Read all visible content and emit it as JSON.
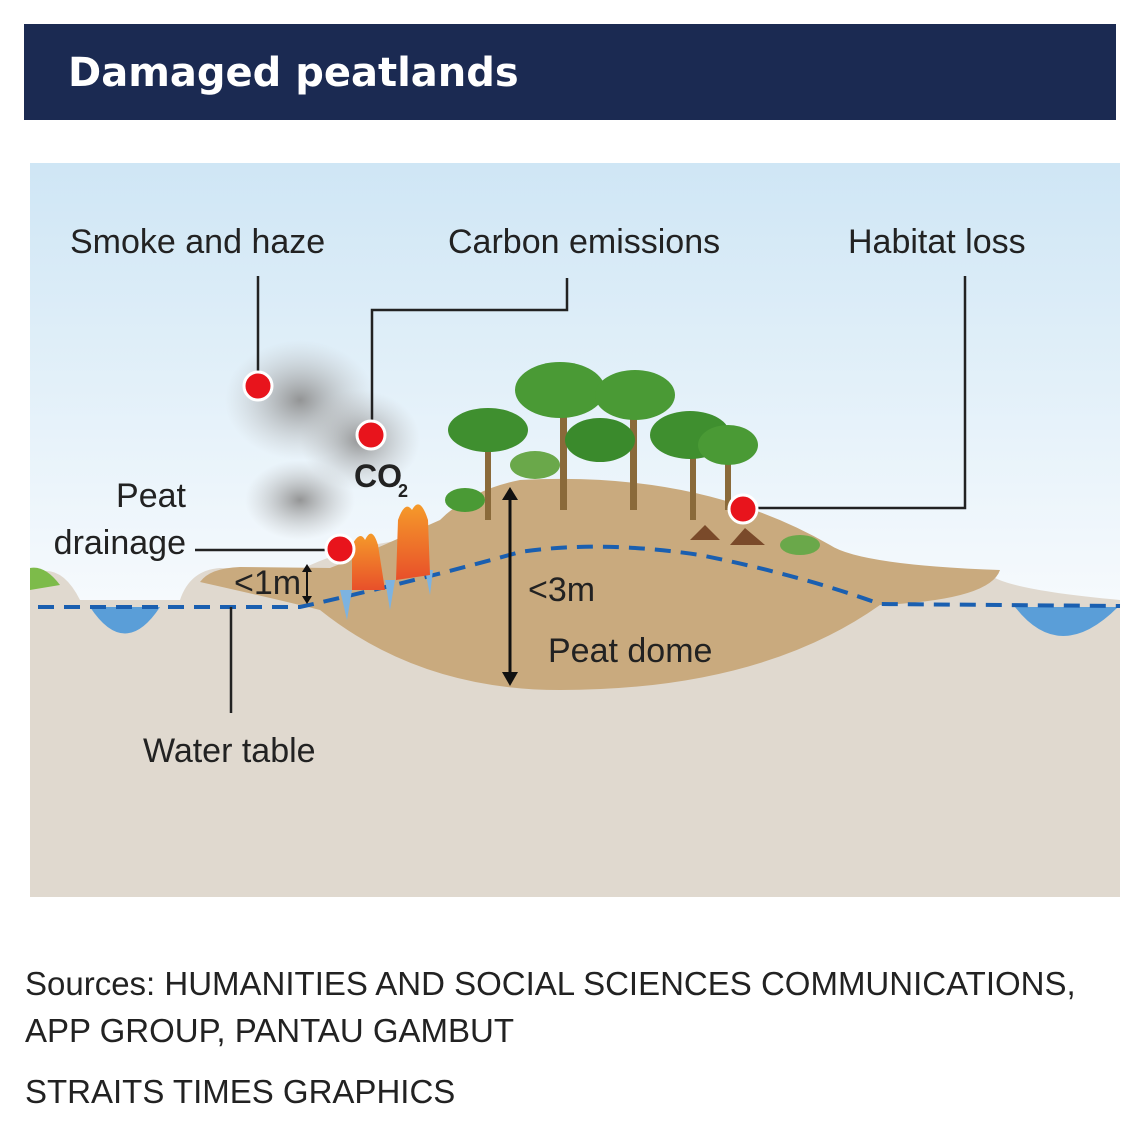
{
  "title": "Damaged peatlands",
  "labels": {
    "smoke": "Smoke and haze",
    "carbon": "Carbon emissions",
    "habitat": "Habitat loss",
    "peat_line1": "Peat",
    "peat_line2": "drainage",
    "co2": "CO",
    "co2_sub": "2",
    "depth_small": "<1m",
    "depth_large": "<3m",
    "dome": "Peat dome",
    "water_table": "Water table"
  },
  "footer": {
    "sources_line1": "Sources: HUMANITIES AND SOCIAL SCIENCES COMMUNICATIONS,",
    "sources_line2": "APP GROUP, PANTAU GAMBUT",
    "credit": "STRAITS TIMES GRAPHICS"
  },
  "colors": {
    "header": "#1b2a52",
    "marker": "#e8141c",
    "water": "#5a9ed8",
    "peat": "#c9aa7e",
    "ground": "#e0d9cf"
  }
}
